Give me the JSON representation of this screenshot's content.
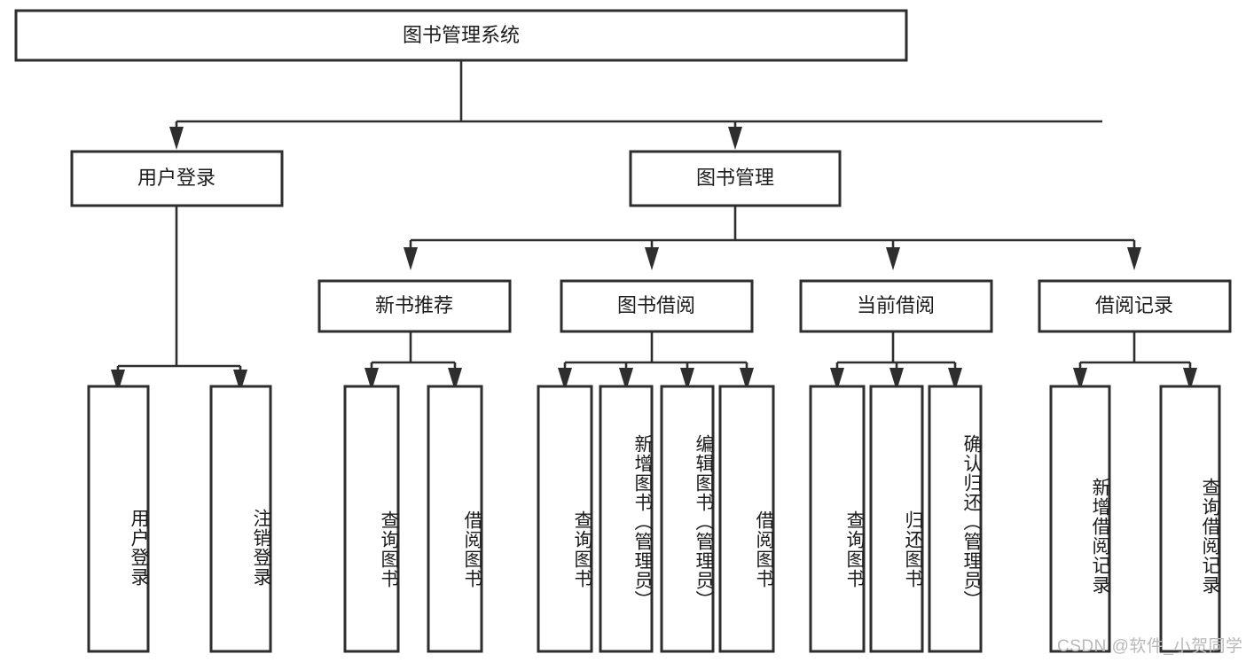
{
  "diagram": {
    "type": "hierarchy-tree",
    "title": "图书管理系统",
    "root": {
      "id": "root",
      "label": "图书管理系统"
    },
    "level2": [
      {
        "id": "user-login",
        "label": "用户登录"
      },
      {
        "id": "book-manage",
        "label": "图书管理"
      }
    ],
    "level3": [
      {
        "id": "new-book-rec",
        "label": "新书推荐",
        "parent": "book-manage"
      },
      {
        "id": "book-borrow",
        "label": "图书借阅",
        "parent": "book-manage"
      },
      {
        "id": "current-borrow",
        "label": "当前借阅",
        "parent": "book-manage"
      },
      {
        "id": "borrow-record",
        "label": "借阅记录",
        "parent": "book-manage"
      }
    ],
    "leaves": [
      {
        "id": "leaf-user-login",
        "label": "用户登录",
        "parent": "user-login"
      },
      {
        "id": "leaf-logout",
        "label": "注销登录",
        "parent": "user-login"
      },
      {
        "id": "leaf-query-book-1",
        "label": "查询图书",
        "parent": "new-book-rec"
      },
      {
        "id": "leaf-borrow-book-1",
        "label": "借阅图书",
        "parent": "new-book-rec"
      },
      {
        "id": "leaf-query-book-2",
        "label": "查询图书",
        "parent": "book-borrow"
      },
      {
        "id": "leaf-add-book",
        "label": "新增图书（管理员）",
        "parent": "book-borrow"
      },
      {
        "id": "leaf-edit-book",
        "label": "编辑图书（管理员）",
        "parent": "book-borrow"
      },
      {
        "id": "leaf-borrow-book-2",
        "label": "借阅图书",
        "parent": "book-borrow"
      },
      {
        "id": "leaf-query-book-3",
        "label": "查询图书",
        "parent": "current-borrow"
      },
      {
        "id": "leaf-return-book",
        "label": "归还图书",
        "parent": "current-borrow"
      },
      {
        "id": "leaf-confirm-return",
        "label": "确认归还（管理员）",
        "parent": "current-borrow"
      },
      {
        "id": "leaf-add-record",
        "label": "新增借阅记录",
        "parent": "borrow-record"
      },
      {
        "id": "leaf-query-record",
        "label": "查询借阅记录",
        "parent": "borrow-record"
      }
    ],
    "colors": {
      "box_stroke": "#2e2e2e",
      "box_fill": "#ffffff",
      "text": "#1c1c1c",
      "connector": "#2e2e2e",
      "background": "#ffffff",
      "watermark": "#b9b9b9"
    }
  },
  "watermark": {
    "text": "CSDN @软件_小贺同学"
  }
}
